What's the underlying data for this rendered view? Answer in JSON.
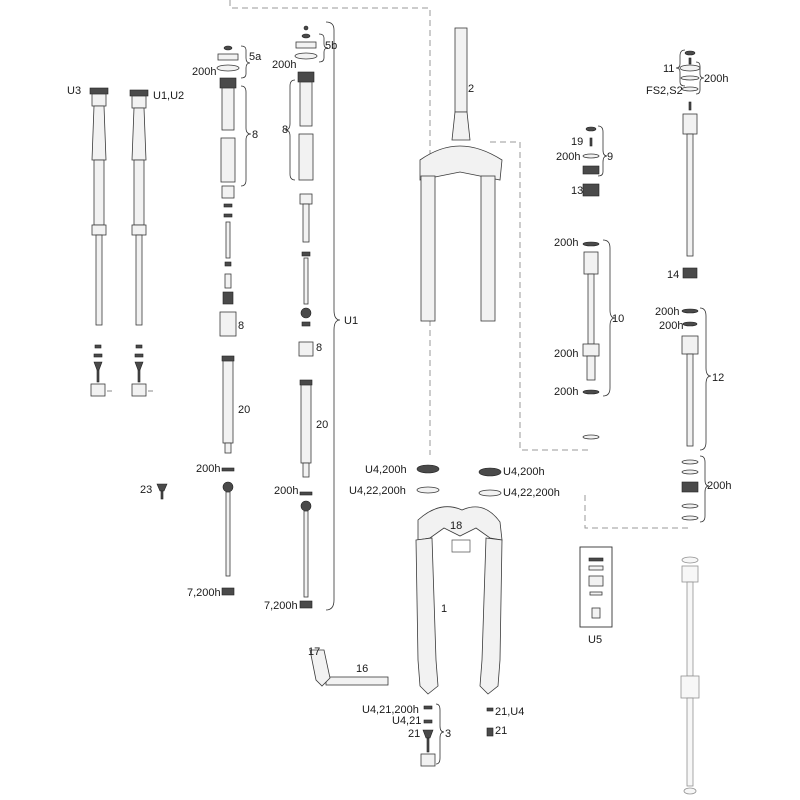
{
  "labels": {
    "u3": "U3",
    "u1u2": "U1,U2",
    "l5a": "5a",
    "l5b": "5b",
    "l200h": "200h",
    "l8": "8",
    "l20": "20",
    "l23": "23",
    "l7200h": "7,200h",
    "u1": "U1",
    "l2": "2",
    "l19": "19",
    "l9": "9",
    "l13": "13",
    "l10": "10",
    "l11": "11",
    "fs2s2": "FS2,S2",
    "l14": "14",
    "l12": "12",
    "u4_200h": "U4,200h",
    "u4_22_200h": "U4,22,200h",
    "l18": "18",
    "l1": "1",
    "u5": "U5",
    "l17": "17",
    "l16": "16",
    "u4_21_200h": "U4,21,200h",
    "u4_21": "U4,21",
    "l21": "21",
    "l3": "3",
    "l21u4": "21,U4"
  }
}
